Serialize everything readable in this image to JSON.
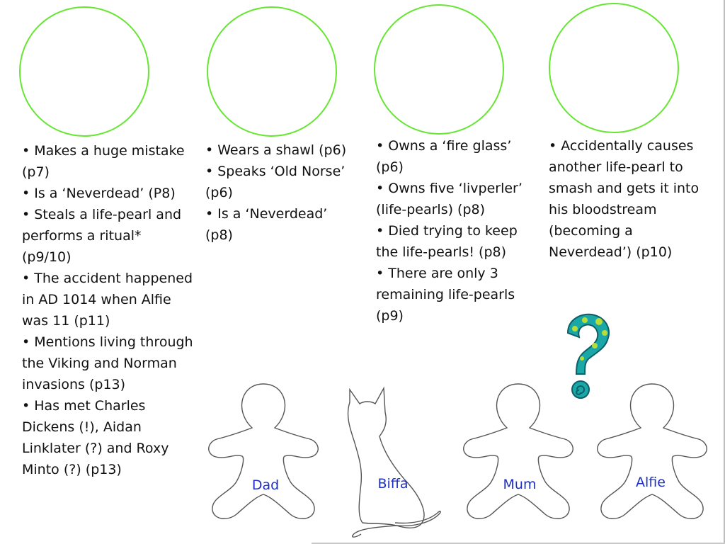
{
  "columns": [
    {
      "notes": [
        "• Makes a huge mistake (p7)",
        "• Is a ‘Neverdead’ (P8)",
        "• Steals a life-pearl and performs a ritual* (p9/10)",
        "• The accident happened in AD 1014 when Alfie was 11 (p11)",
        "• Mentions living through the Viking and Norman invasions (p13)",
        "• Has met Charles Dickens (!), Aidan Linklater (?) and Roxy Minto (?) (p13)"
      ]
    },
    {
      "notes": [
        "• Wears a shawl (p6)",
        "• Speaks ‘Old Norse’ (p6)",
        "• Is a ‘Neverdead’ (p8)"
      ]
    },
    {
      "notes": [
        "• Owns a ‘fire glass’ (p6)",
        "• Owns five ‘livperler’ (life-pearls) (p8)",
        "• Died trying to keep the life-pearls! (p8)",
        "• There are only 3 remaining life-pearls (p9)"
      ]
    },
    {
      "notes": [
        "• Accidentally causes another life-pearl to smash and gets it into his bloodstream (becoming a Neverdead’) (p10)"
      ]
    }
  ],
  "characters": {
    "dad": "Dad",
    "biffa": "Biffa",
    "mum": "Mum",
    "alfie": "Alfie"
  },
  "colors": {
    "circle_outline": "#66e633",
    "character_label": "#1d2fc4",
    "question_mark": "#1aa7a7",
    "question_dots": "#b6dd3a"
  },
  "icons": {
    "question_mark": "question-mark-icon"
  }
}
